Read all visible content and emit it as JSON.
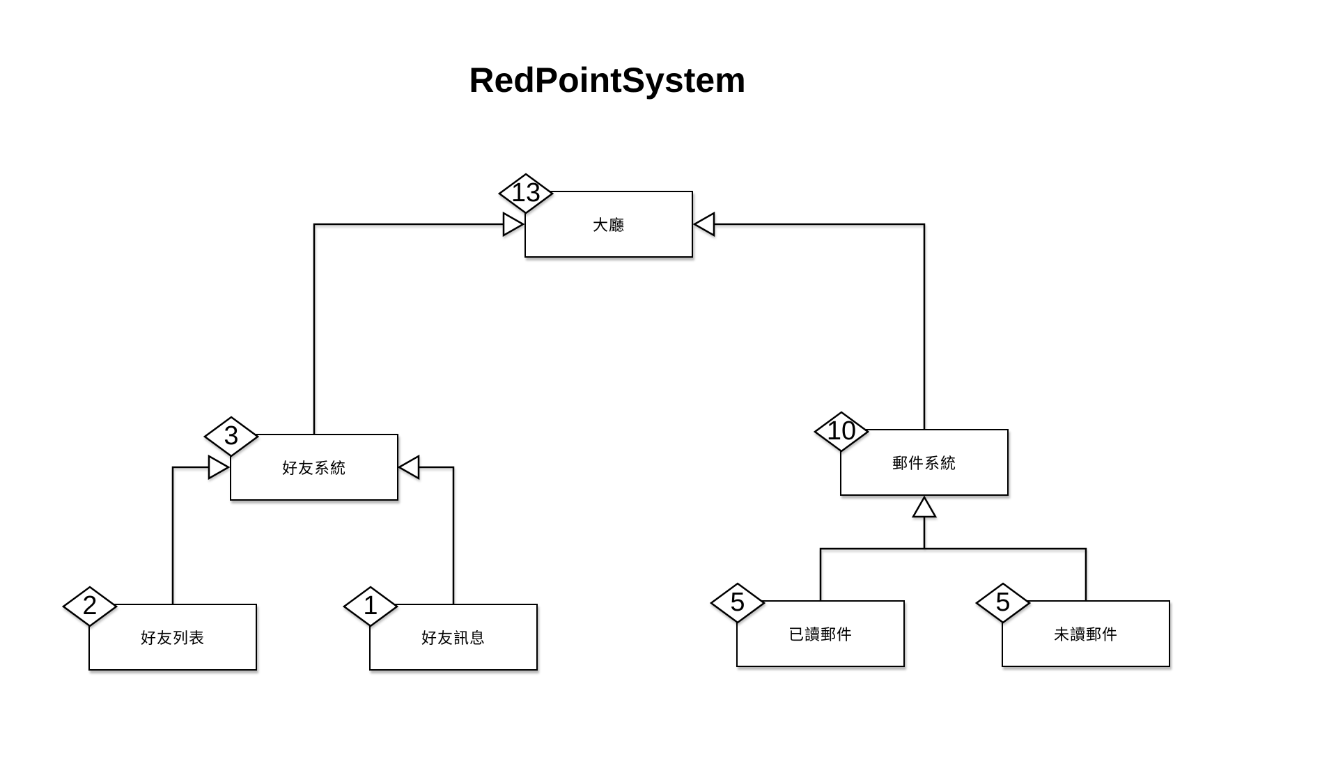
{
  "title": "RedPointSystem",
  "diagram": {
    "nodes": [
      {
        "id": "lobby",
        "label": "大廳",
        "badge": "13"
      },
      {
        "id": "friend-system",
        "label": "好友系統",
        "badge": "3"
      },
      {
        "id": "friend-list",
        "label": "好友列表",
        "badge": "2"
      },
      {
        "id": "friend-message",
        "label": "好友訊息",
        "badge": "1"
      },
      {
        "id": "mail-system",
        "label": "郵件系統",
        "badge": "10"
      },
      {
        "id": "read-mail",
        "label": "已讀郵件",
        "badge": "5"
      },
      {
        "id": "unread-mail",
        "label": "未讀郵件",
        "badge": "5"
      }
    ],
    "edges": [
      {
        "from": "friend-system",
        "to": "lobby",
        "arrow": "hollow-triangle"
      },
      {
        "from": "mail-system",
        "to": "lobby",
        "arrow": "hollow-triangle"
      },
      {
        "from": "friend-list",
        "to": "friend-system",
        "arrow": "hollow-triangle"
      },
      {
        "from": "friend-message",
        "to": "friend-system",
        "arrow": "hollow-triangle"
      },
      {
        "from": "read-mail",
        "to": "mail-system",
        "arrow": "hollow-triangle"
      },
      {
        "from": "unread-mail",
        "to": "mail-system",
        "arrow": "hollow-triangle"
      }
    ],
    "colors": {
      "background": "#ffffff",
      "node_fill": "#ffffff",
      "stroke": "#000000",
      "text": "#000000"
    }
  }
}
